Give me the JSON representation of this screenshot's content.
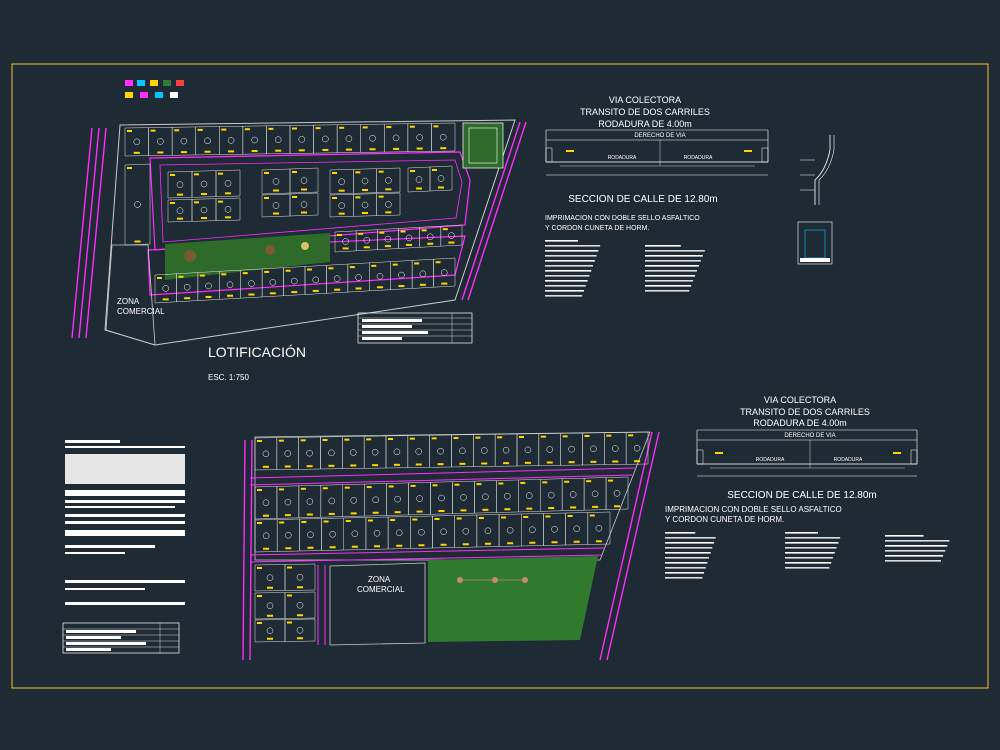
{
  "plan_top": {
    "zone_label_line1": "ZONA",
    "zone_label_line2": "COMERCIAL"
  },
  "plan_bottom": {
    "zone_label_line1": "ZONA",
    "zone_label_line2": "COMERCIAL"
  },
  "title": {
    "main": "LOTIFICACIÓN",
    "scale": "ESC. 1:750"
  },
  "section_top": {
    "title1": "VIA COLECTORA",
    "title2": "TRANSITO DE DOS CARRILES",
    "title3": "RODADURA DE 4.00m",
    "right_of_way": "DERECHO DE VIA",
    "lane_left": "RODADURA",
    "lane_right": "RODADURA",
    "caption": "SECCION DE CALLE DE 12.80m",
    "note1": "IMPRIMACION CON DOBLE SELLO ASFALTICO",
    "note2": "Y CORDON CUNETA DE HORM."
  },
  "section_bottom": {
    "title1": "VIA COLECTORA",
    "title2": "TRANSITO DE DOS CARRILES",
    "title3": "RODADURA DE 4.00m",
    "right_of_way": "DERECHO DE VIA",
    "lane_left": "RODADURA",
    "lane_right": "RODADURA",
    "caption": "SECCION DE CALLE DE 12.80m",
    "note1": "IMPRIMACION CON DOBLE SELLO ASFALTICO",
    "note2": "Y CORDON CUNETA DE HORM."
  },
  "colors": {
    "background": "#1f2b34",
    "frame": "#f2c32b",
    "lot_lines": "#ffffff",
    "lot_dims": "#ffd400",
    "road_edge": "#ff2bff",
    "green_area": "#2e7d32"
  }
}
